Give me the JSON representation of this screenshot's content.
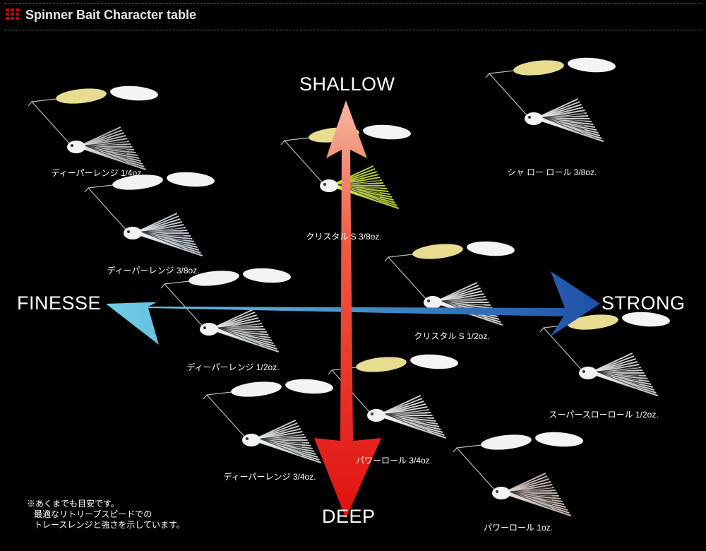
{
  "header": {
    "title": "Spinner Bait Character table",
    "icon": "grid-dots-icon",
    "accent": "#cc0000"
  },
  "axes": {
    "top": "SHALLOW",
    "bottom": "DEEP",
    "left": "FINESSE",
    "right": "STRONG",
    "horizontal_colors": [
      "#6fd0e8",
      "#1f4fa8"
    ],
    "vertical_colors": [
      "#f5b7a0",
      "#e01010"
    ]
  },
  "lures": [
    {
      "label": "ディーパーレンジ 1/4oz."
    },
    {
      "label": "ディーパーレンジ 3/8oz."
    },
    {
      "label": "ディーパーレンジ 1/2oz."
    },
    {
      "label": "ディーパーレンジ 3/4oz."
    },
    {
      "label": "クリスタル S 3/8oz."
    },
    {
      "label": "クリスタル S 1/2oz."
    },
    {
      "label": "シャ ロー ロール 3/8oz."
    },
    {
      "label": "スーパースローロール 1/2oz."
    },
    {
      "label": "パワーロール 3/4oz."
    },
    {
      "label": "パワーロール 1oz."
    }
  ],
  "note": [
    "※あくまでも目安です。",
    "最適なリトリーブスピードでの",
    "トレースレンジと強さを示しています。"
  ]
}
